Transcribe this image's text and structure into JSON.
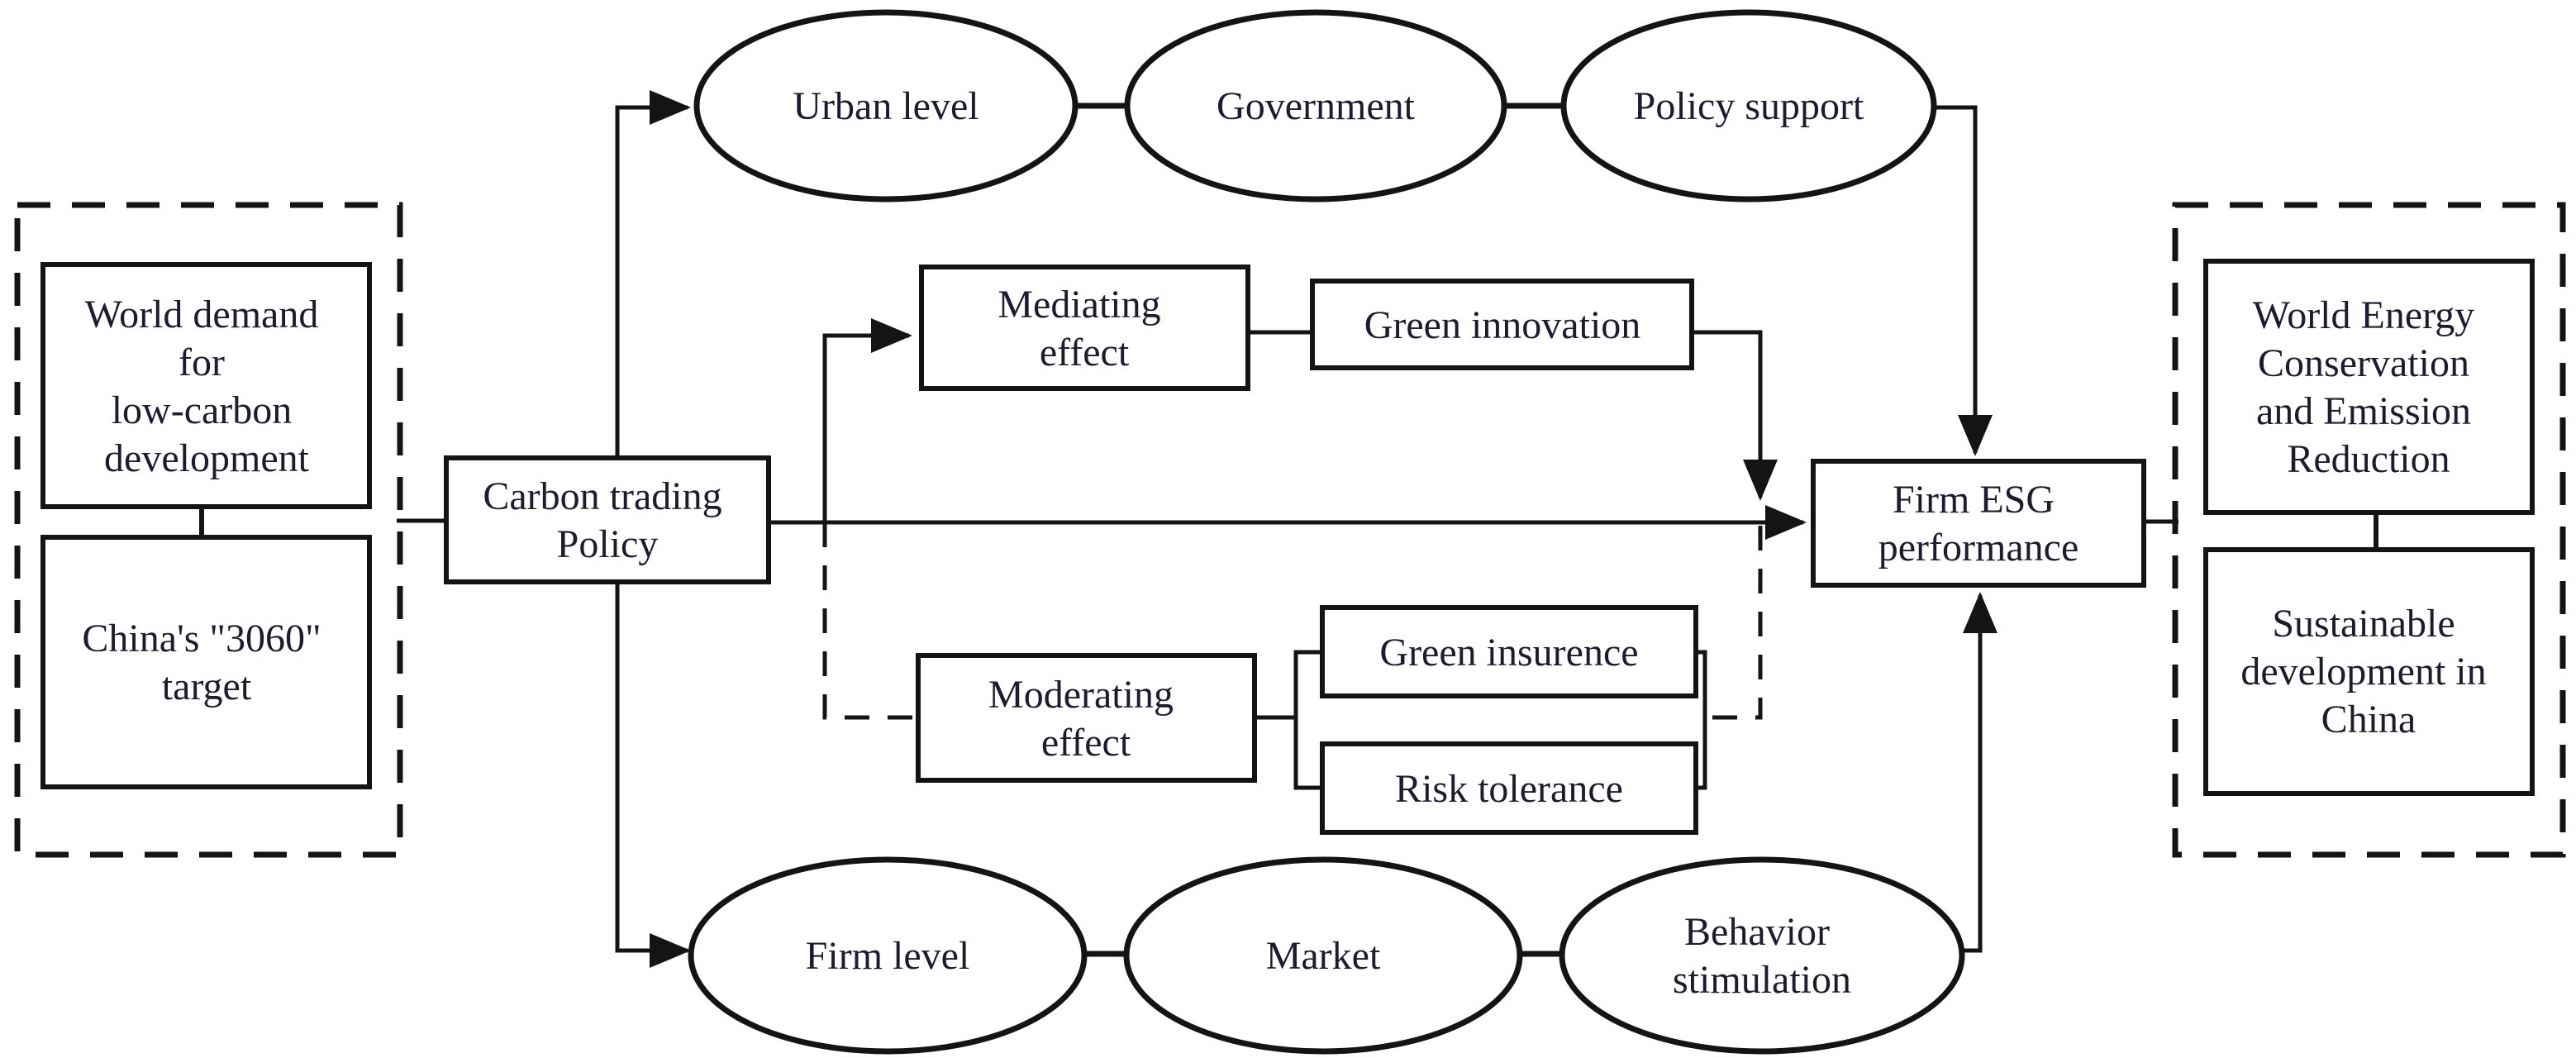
{
  "figure": {
    "type": "flow-diagram",
    "description": "Mechanism diagram linking carbon trading policy to firm ESG performance"
  },
  "colors": {
    "background": "#ffffff",
    "line": "#141414",
    "text": "#1c1c30",
    "node_fill": "#ffffff"
  },
  "nodes": {
    "world_demand": {
      "lines": [
        "World demand",
        "for",
        "low-carbon",
        "development"
      ]
    },
    "china_target": {
      "lines": [
        "China's \"3060\"",
        "target"
      ]
    },
    "carbon_policy": {
      "lines": [
        "Carbon trading",
        "Policy"
      ]
    },
    "urban_level": {
      "label": "Urban level"
    },
    "government": {
      "label": "Government"
    },
    "policy_support": {
      "label": "Policy support"
    },
    "mediating": {
      "lines": [
        "Mediating",
        "effect"
      ]
    },
    "green_innovation": {
      "label": "Green innovation"
    },
    "moderating": {
      "lines": [
        "Moderating",
        "effect"
      ]
    },
    "green_insurence": {
      "label": "Green insurence"
    },
    "risk_tolerance": {
      "label": "Risk tolerance"
    },
    "firm_level": {
      "label": "Firm level"
    },
    "market": {
      "label": "Market"
    },
    "behavior_stimulation": {
      "lines": [
        "Behavior",
        "stimulation"
      ]
    },
    "firm_esg": {
      "lines": [
        "Firm ESG",
        "performance"
      ]
    },
    "world_energy": {
      "lines": [
        "World Energy",
        "Conservation",
        "and Emission",
        "Reduction"
      ]
    },
    "sustainable": {
      "lines": [
        "Sustainable",
        "development in",
        "China"
      ]
    }
  },
  "edges": [
    "world_demand - china_target",
    "left_group - carbon_policy",
    "carbon_policy -> urban_level (arrow)",
    "carbon_policy -> firm_level (arrow)",
    "carbon_policy -> firm_esg (arrow, direct path)",
    "carbon_policy -> mediating (arrow)",
    "carbon_policy -- moderating (dashed)",
    "mediating - green_innovation",
    "green_innovation -> direct path (arrow down)",
    "urban_level - government",
    "government - policy_support",
    "policy_support -> firm_esg (arrow)",
    "firm_level - market",
    "market - behavior_stimulation",
    "behavior_stimulation -> firm_esg (arrow)",
    "moderating - bracket - green_insurence",
    "moderating - bracket - risk_tolerance",
    "green_insurence/risk_tolerance -- direct path (dashed)",
    "firm_esg - right_group",
    "world_energy - sustainable"
  ]
}
